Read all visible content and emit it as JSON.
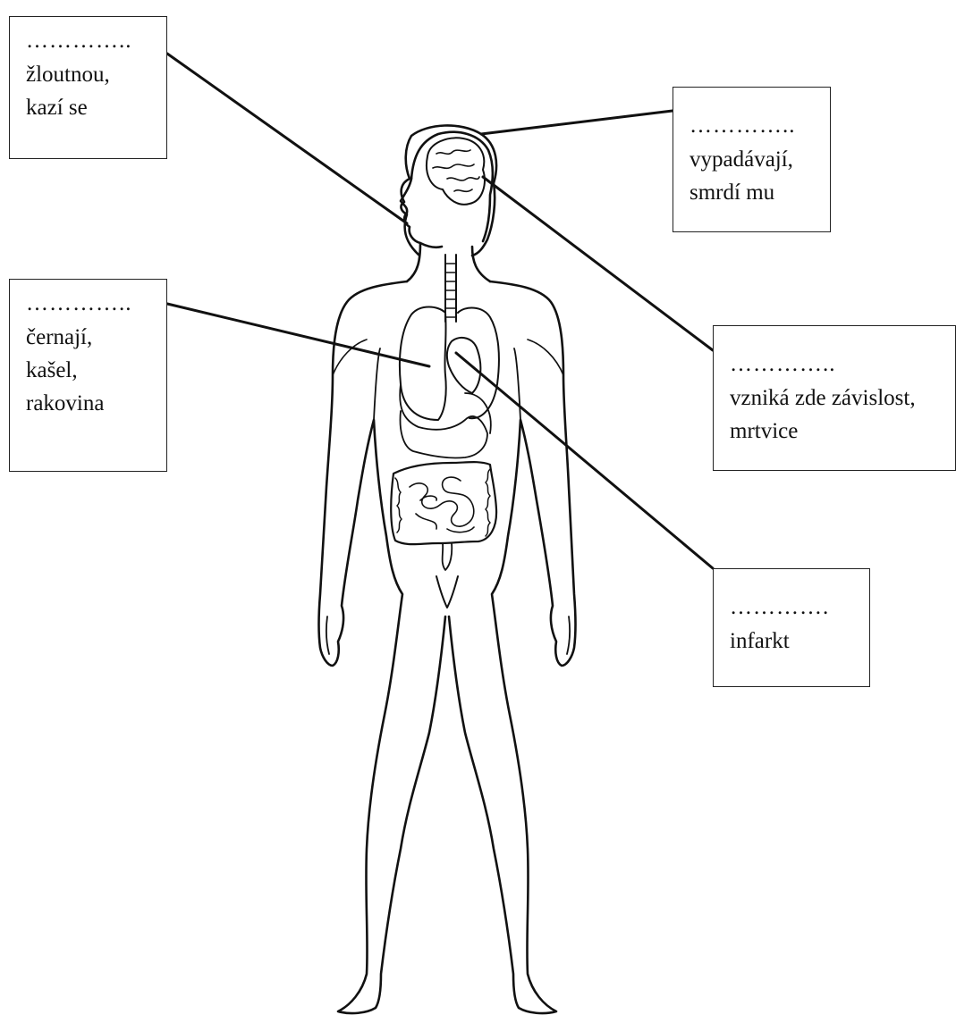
{
  "labels": {
    "teeth": {
      "blank": "…………..",
      "lines": [
        "žloutnou,",
        "kazí se"
      ]
    },
    "hair": {
      "blank": "…………..",
      "lines": [
        "vypadávají,",
        "smrdí mu"
      ]
    },
    "lungs": {
      "blank": "…………..",
      "lines": [
        "černají,",
        "kašel,",
        "rakovina"
      ]
    },
    "brain": {
      "blank": "…………..",
      "lines": [
        "vzniká zde závislost,",
        "mrtvice"
      ]
    },
    "heart": {
      "blank": "………….",
      "lines": [
        "infarkt"
      ]
    }
  }
}
